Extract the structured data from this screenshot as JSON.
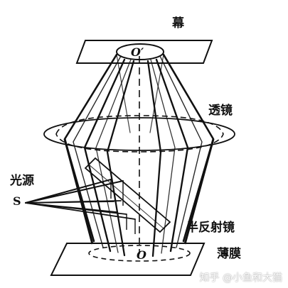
{
  "labels": {
    "screen": "幕",
    "lens": "透镜",
    "light_source": "光源",
    "source_point": "S",
    "half_mirror": "半反射镜",
    "film": "薄膜",
    "top_center": "O′",
    "bottom_center": "O"
  },
  "watermark": "知乎 @小鱼和大猫",
  "colors": {
    "line": "#111111",
    "background": "#ffffff"
  }
}
